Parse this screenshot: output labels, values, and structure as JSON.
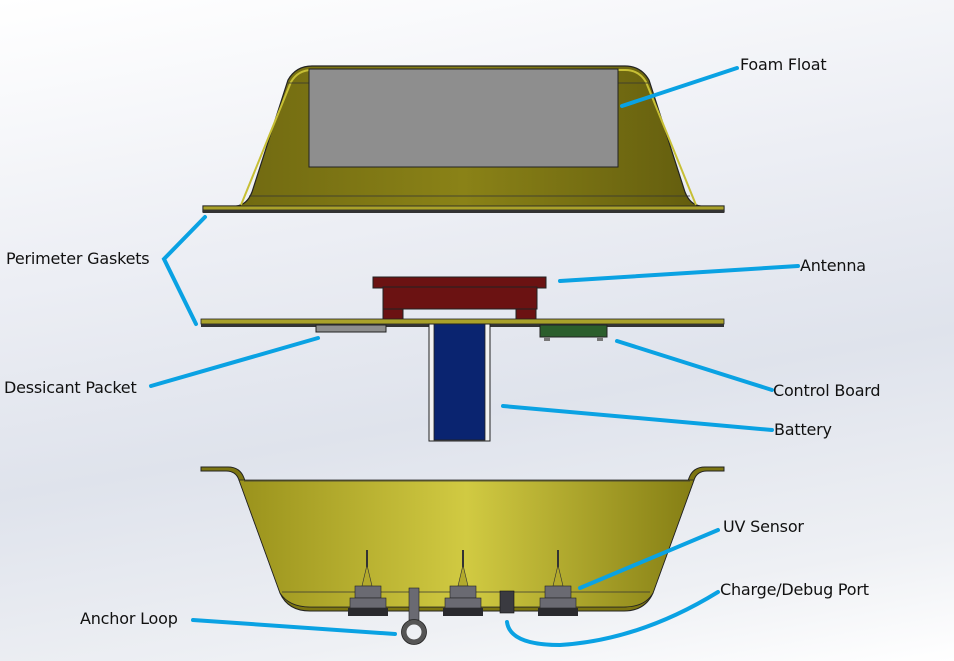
{
  "diagram": {
    "title": "Exploded assembly view of floating sensor buoy",
    "leader_color": "#0aa2e3",
    "colors": {
      "shell": "#8c8418",
      "shell_light": "#c9c23a",
      "foam": "#8e8e8e",
      "antenna": "#6b1212",
      "battery": "#0a2470",
      "control_board": "#2b5e2c",
      "hardware": "#6a6a72"
    },
    "labels": {
      "foam_float": "Foam Float",
      "perimeter_gaskets": "Perimeter Gaskets",
      "antenna": "Antenna",
      "dessicant_packet": "Dessicant Packet",
      "control_board": "Control Board",
      "battery": "Battery",
      "uv_sensor": "UV Sensor",
      "charge_debug_port": "Charge/Debug Port",
      "anchor_loop": "Anchor Loop"
    }
  }
}
